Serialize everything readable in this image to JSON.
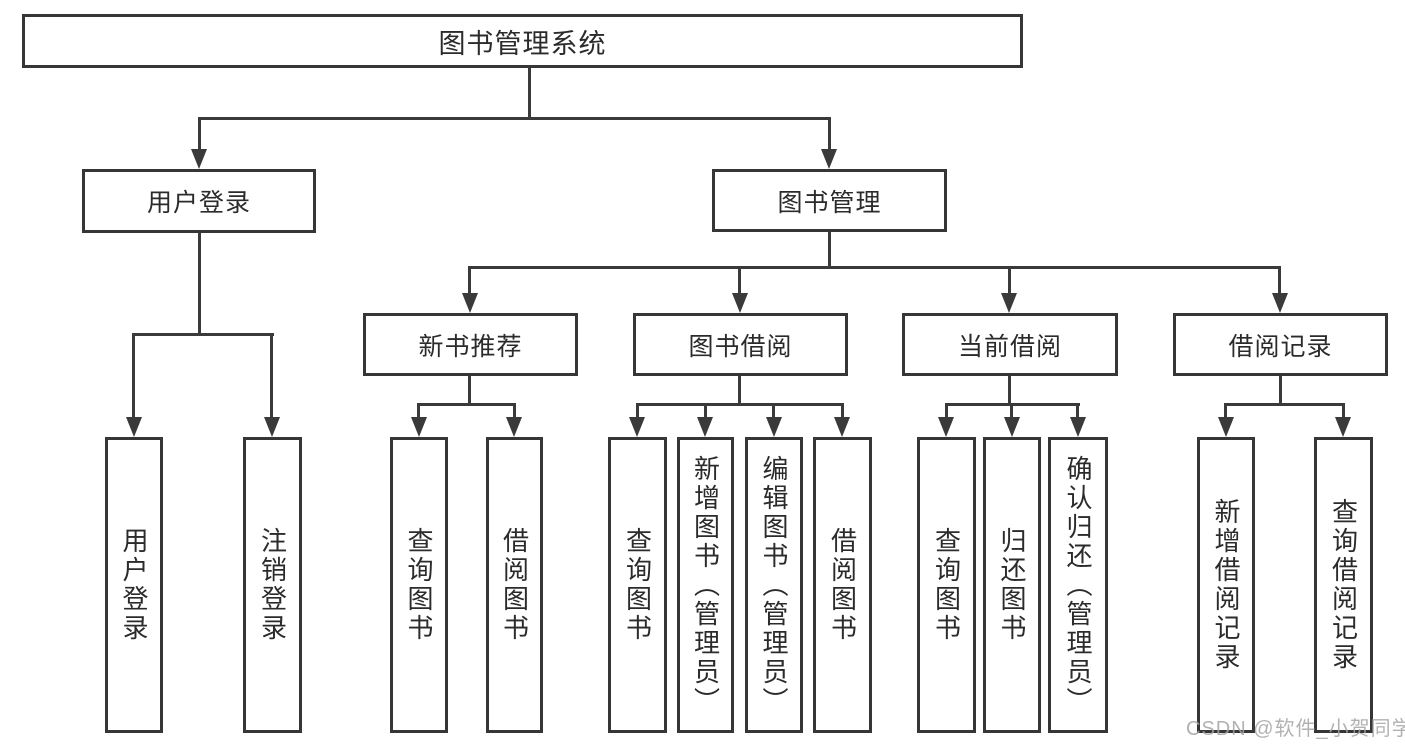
{
  "watermark": "CSDN @软件_小贺同学",
  "colors": {
    "line": "#3a3a3a",
    "border": "#363636",
    "text": "#2b2b2b",
    "background": "#ffffff",
    "watermark": "#a5a5a5"
  },
  "tree": {
    "label": "图书管理系统",
    "children": [
      {
        "label": "用户登录",
        "children": [
          {
            "label": "用户登录"
          },
          {
            "label": "注销登录"
          }
        ]
      },
      {
        "label": "图书管理",
        "children": [
          {
            "label": "新书推荐",
            "children": [
              {
                "label": "查询图书"
              },
              {
                "label": "借阅图书"
              }
            ]
          },
          {
            "label": "图书借阅",
            "children": [
              {
                "label": "查询图书"
              },
              {
                "label": "新增图书（管理员）"
              },
              {
                "label": "编辑图书（管理员）"
              },
              {
                "label": "借阅图书"
              }
            ]
          },
          {
            "label": "当前借阅",
            "children": [
              {
                "label": "查询图书"
              },
              {
                "label": "归还图书"
              },
              {
                "label": "确认归还（管理员）"
              }
            ]
          },
          {
            "label": "借阅记录",
            "children": [
              {
                "label": "新增借阅记录"
              },
              {
                "label": "查询借阅记录"
              }
            ]
          }
        ]
      }
    ]
  }
}
